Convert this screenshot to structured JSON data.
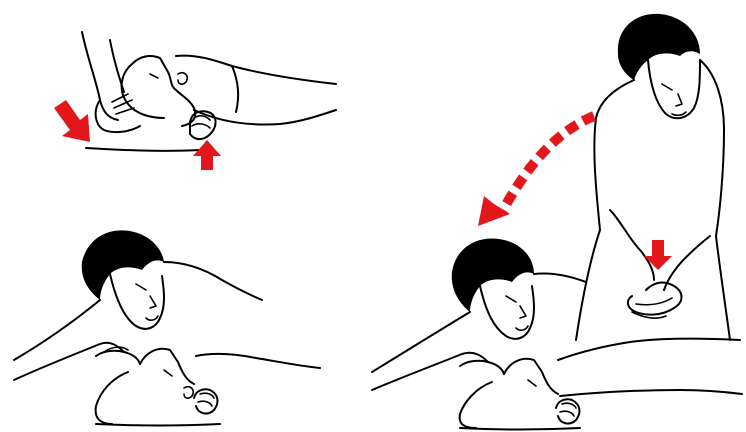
{
  "illustration": {
    "panels": [
      {
        "id": "head-tilt-chin-lift"
      },
      {
        "id": "mouth-to-mouth-breathing"
      },
      {
        "id": "alternate-breaths-and-chest-compressions"
      }
    ],
    "colors": {
      "line": "#000000",
      "arrow": "#e3161b",
      "background": "#ffffff"
    },
    "icons": [
      "down-arrow-icon",
      "up-arrow-icon",
      "curved-dashed-arrow-icon",
      "compression-arrow-icon"
    ]
  }
}
